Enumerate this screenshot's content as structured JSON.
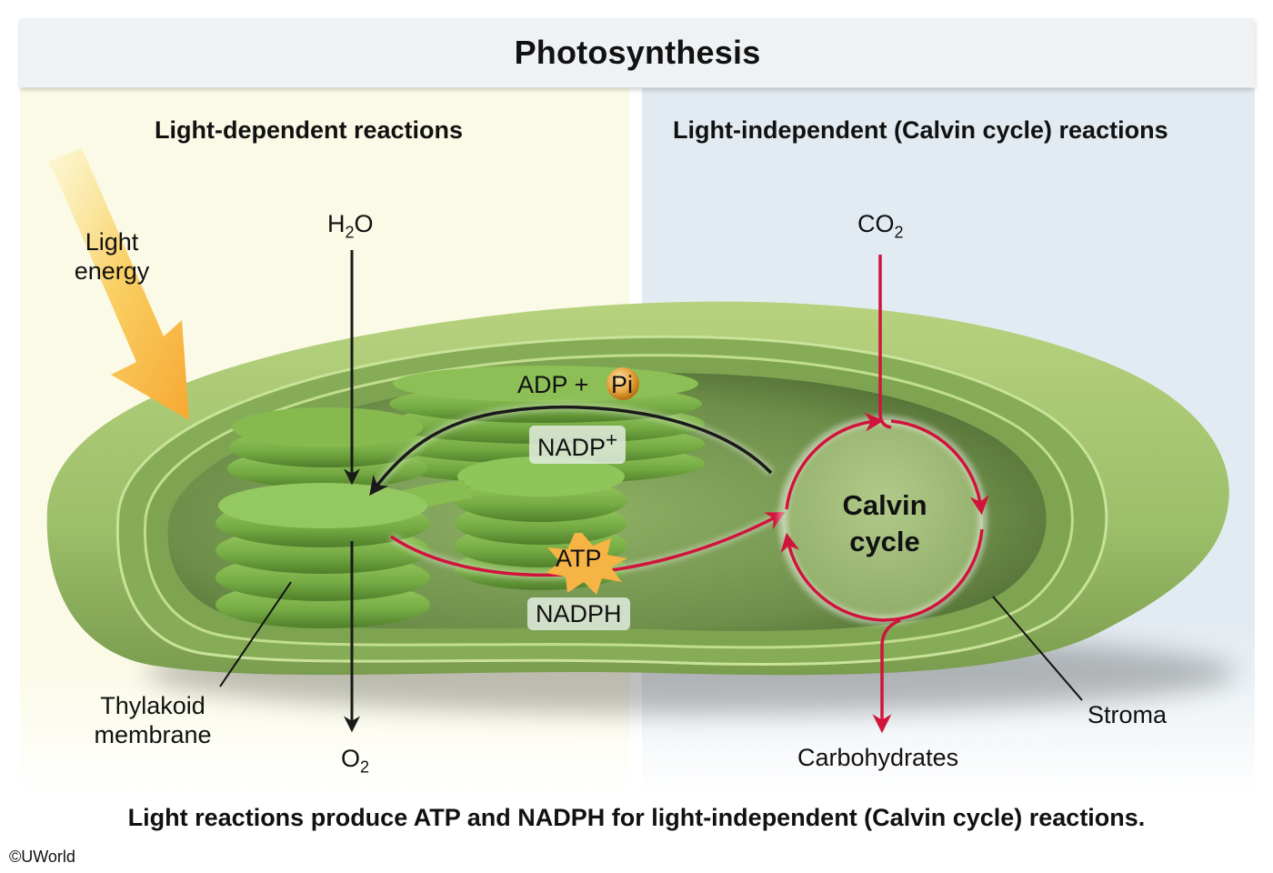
{
  "title": "Photosynthesis",
  "sections": {
    "left_heading": "Light-dependent reactions",
    "right_heading": "Light-independent (Calvin cycle) reactions"
  },
  "labels": {
    "light_energy": [
      "Light",
      "energy"
    ],
    "water": {
      "base": "H",
      "sub": "2",
      "tail": "O"
    },
    "carbon_dioxide": {
      "base": "CO",
      "sub": "2"
    },
    "oxygen": {
      "base": "O",
      "sub": "2"
    },
    "adp_pi": {
      "text": "ADP +",
      "pi": "Pi"
    },
    "nadp_plus": {
      "base": "NADP",
      "sup": "+"
    },
    "atp": "ATP",
    "nadph": "NADPH",
    "calvin_cycle": [
      "Calvin",
      "cycle"
    ],
    "thylakoid_membrane": [
      "Thylakoid",
      "membrane"
    ],
    "stroma": "Stroma",
    "carbohydrates": "Carbohydrates"
  },
  "caption": "Light reactions produce ATP and NADPH for light-independent (Calvin cycle) reactions.",
  "copyright": "©UWorld",
  "colors": {
    "light_panel": "#fbfae6",
    "dark_panel": "#e2ebf1",
    "chloroplast_green": "#9cbf6a",
    "thylakoid_green": "#7fb24a",
    "cycle_red": "#d0143c",
    "light_arrow_orange": "#f7a832",
    "atp_star": "#f6b445"
  }
}
